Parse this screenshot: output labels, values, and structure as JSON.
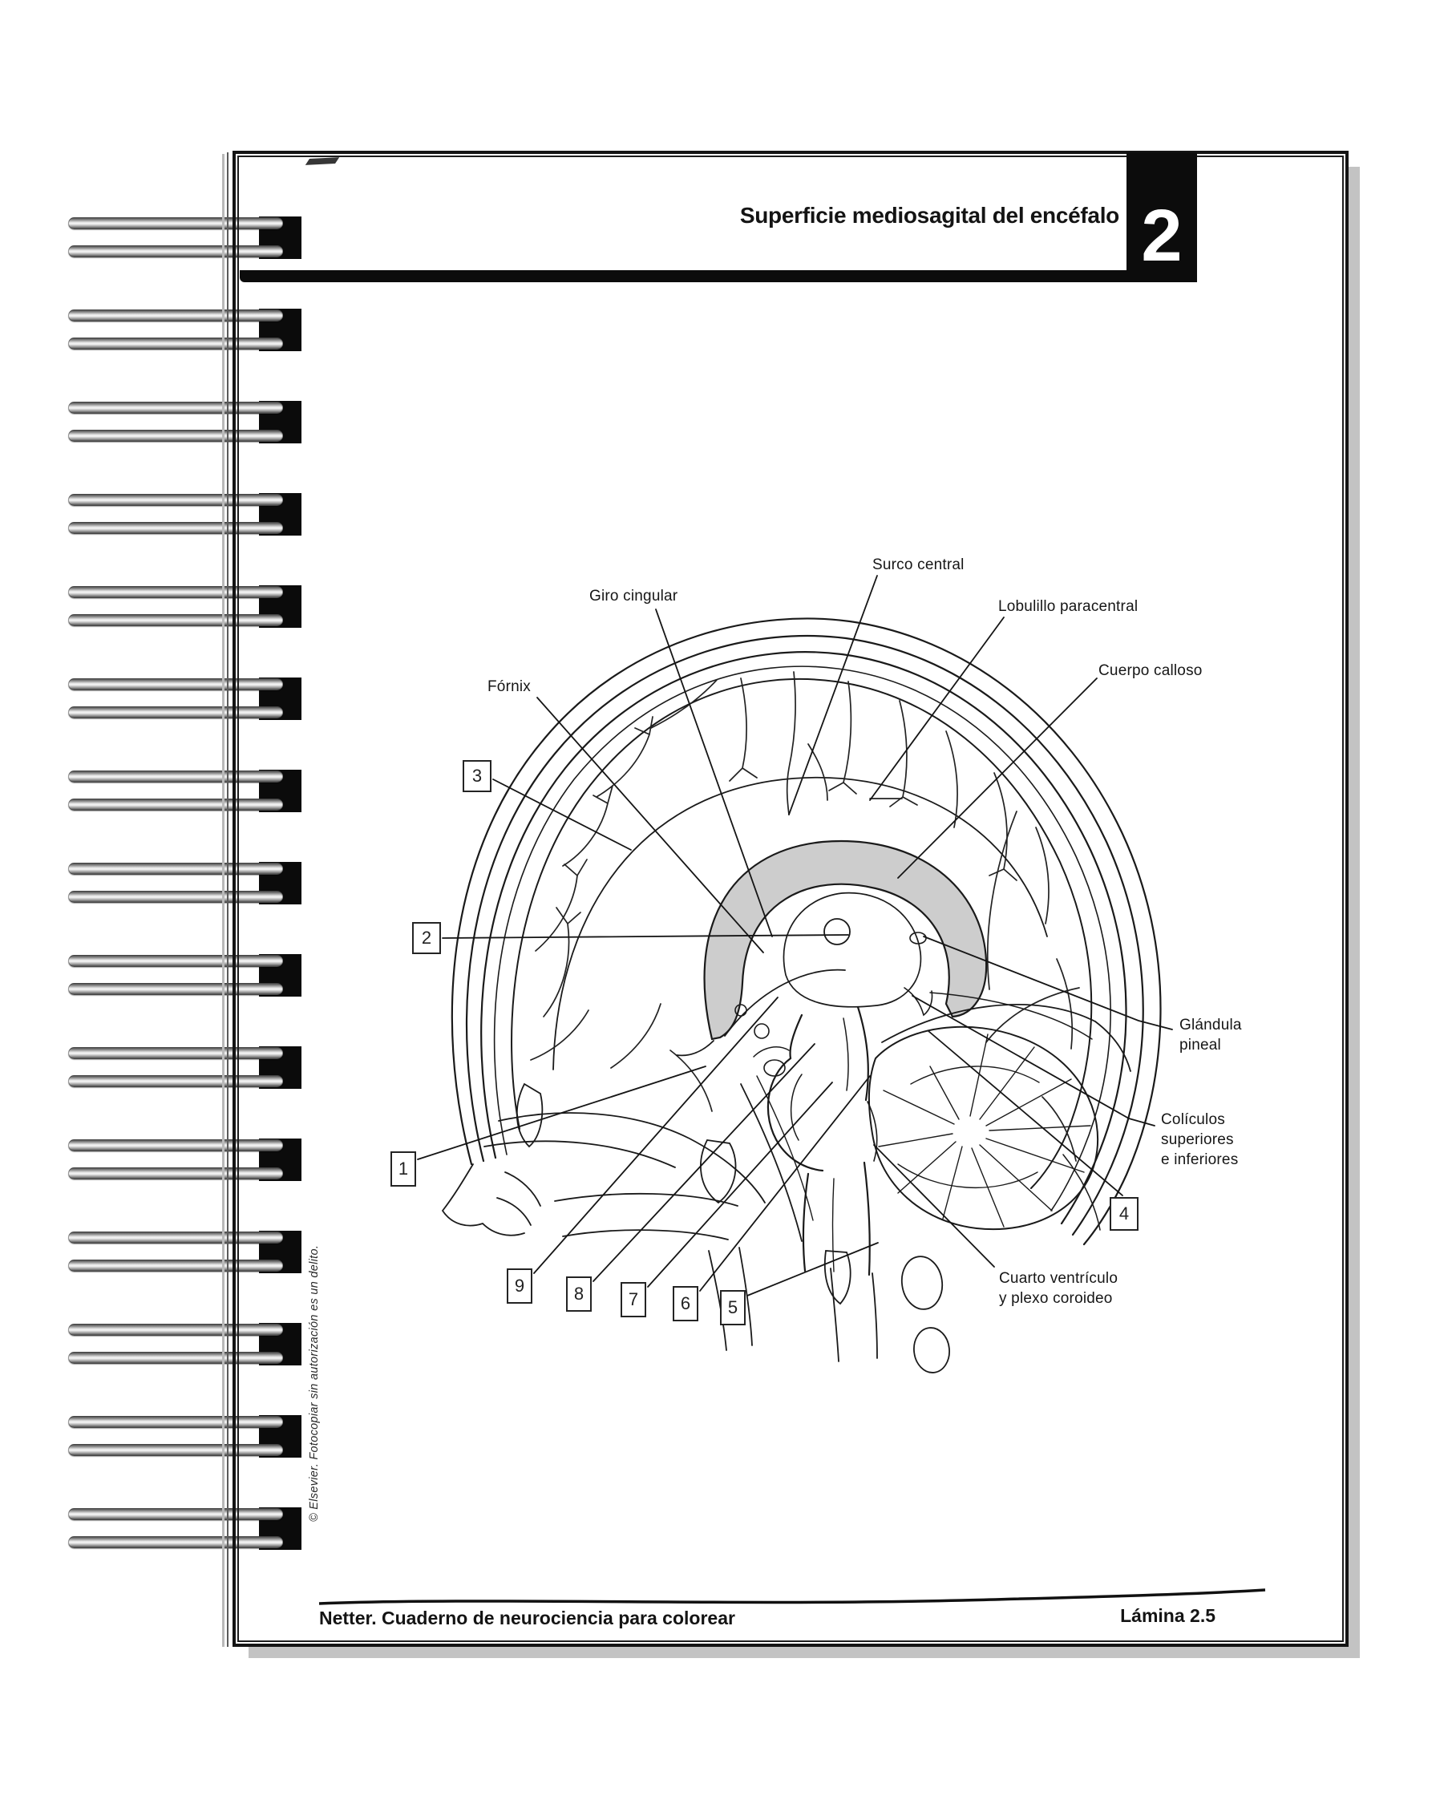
{
  "page": {
    "header": {
      "title": "Superficie mediosagital del encéfalo",
      "chapter_number": "2"
    },
    "footer": {
      "left": "Netter. Cuaderno de neurociencia para colorear",
      "right": "Lámina 2.5"
    },
    "copyright_vertical": "© Elsevier. Fotocopiar sin autorización es un delito."
  },
  "diagram": {
    "labels": {
      "giro_cingular": {
        "text": "Giro cingular"
      },
      "surco_central": {
        "text": "Surco central"
      },
      "lobulillo_paracentral": {
        "text": "Lobulillo paracentral"
      },
      "cuerpo_calloso": {
        "text": "Cuerpo calloso"
      },
      "fornix": {
        "text": "Fórnix"
      },
      "glandula_pineal": {
        "text": "Glándula\npineal"
      },
      "coliculos": {
        "text": "Colículos\nsuperiores\ne inferiores"
      },
      "cuarto_ventriculo": {
        "text": "Cuarto ventrículo\ny plexo coroideo"
      }
    },
    "numbered_boxes": [
      "1",
      "2",
      "3",
      "4",
      "5",
      "6",
      "7",
      "8",
      "9"
    ]
  },
  "colors": {
    "ink": "#1a1a1a",
    "tab_background": "#0c0c0c",
    "tab_text": "#ffffff",
    "corpus_callosum_fill": "#cdcdcd",
    "page_shadow": "#c3c3c3"
  }
}
